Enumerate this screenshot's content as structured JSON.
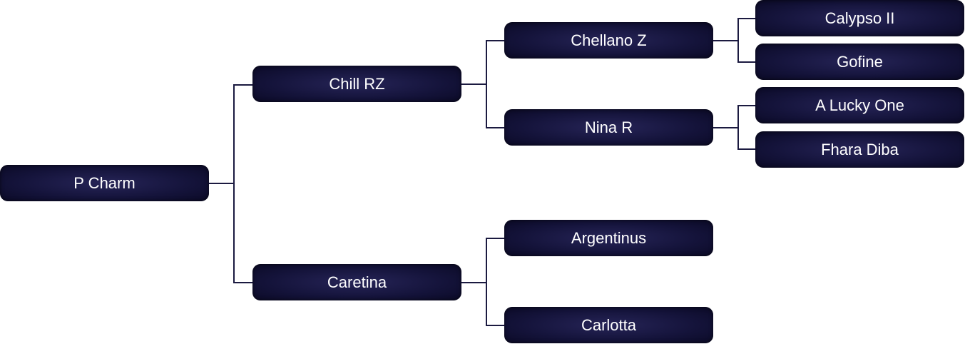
{
  "pedigree": {
    "subject": "P Charm",
    "sire": {
      "name": "Chill RZ",
      "sire": {
        "name": "Chellano Z",
        "sire": "Calypso II",
        "dam": "Gofine"
      },
      "dam": {
        "name": "Nina R",
        "sire": "A Lucky One",
        "dam": "Fhara Diba"
      }
    },
    "dam": {
      "name": "Caretina",
      "sire": {
        "name": "Argentinus"
      },
      "dam": {
        "name": "Carlotta"
      }
    }
  },
  "colors": {
    "node_fill": "#14133a",
    "node_text": "#ffffff",
    "line": "#1b1a40",
    "background": "#ffffff"
  }
}
